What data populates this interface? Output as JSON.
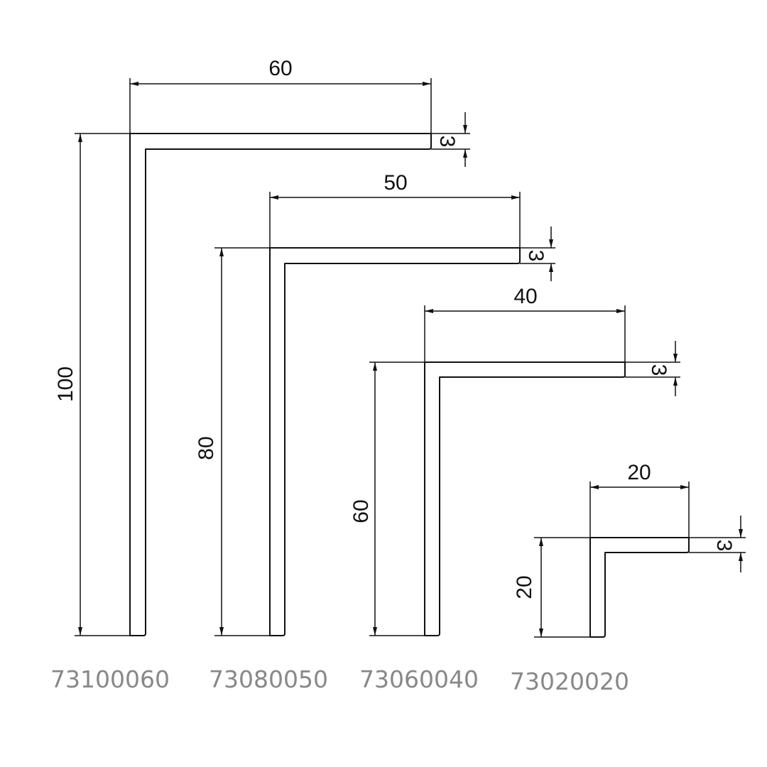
{
  "profiles": [
    {
      "code": "73100060",
      "width": "60",
      "height": "100",
      "thickness": "3"
    },
    {
      "code": "73080050",
      "width": "50",
      "height": "80",
      "thickness": "3"
    },
    {
      "code": "73060040",
      "width": "40",
      "height": "60",
      "thickness": "3"
    },
    {
      "code": "73020020",
      "width": "20",
      "height": "20",
      "thickness": "3"
    }
  ]
}
